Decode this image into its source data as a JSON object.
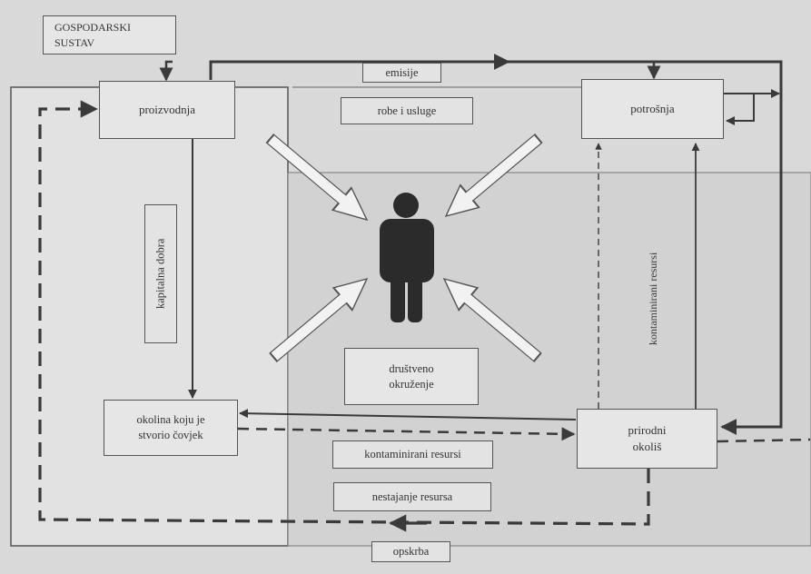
{
  "system_title": "GOSPODARSKI\nSUSTAV",
  "nodes": {
    "proizvodnja": "proizvodnja",
    "potrosnja": "potrošnja",
    "okolina_covjek": "okolina koju je\nstvorio čovjek",
    "prirodni_okolis": "prirodni\nokoliš",
    "drustveno_okruzenje": "društveno\nokruženje"
  },
  "flow_labels": {
    "emisije": "emisije",
    "robe_i_usluge": "robe i usluge",
    "kapitalna_dobra": "kapitalna dobra",
    "kontaminirani_resursi_vertical": "kontaminirani resursi",
    "kontaminirani_resursi": "kontaminirani resursi",
    "nestajanje_resursa": "nestajanje resursa",
    "opskrba": "opskrba"
  },
  "colors": {
    "line": "#3a3a3a",
    "human": "#2b2b2b",
    "background": "#d9d9d9"
  }
}
